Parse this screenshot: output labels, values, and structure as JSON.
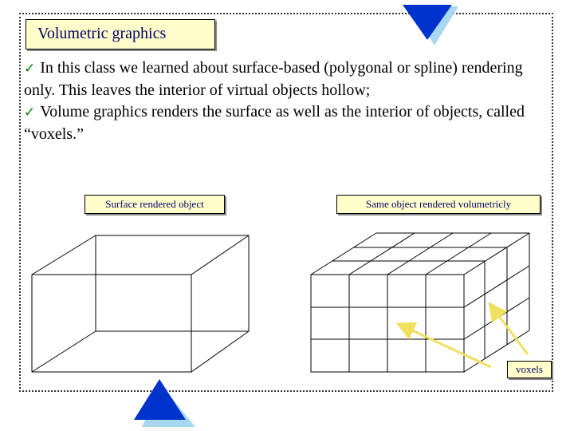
{
  "slide": {
    "title": "Volumetric graphics",
    "bullets": [
      "In this class we learned about surface-based (polygonal or spline) rendering only. This leaves the interior of virtual objects hollow;",
      "Volume graphics renders the surface as well as the interior of objects, called “voxels.”"
    ],
    "bullet_icon": "checkmark-icon",
    "left_label": "Surface rendered object",
    "right_label": "Same object rendered volumetricly",
    "voxels_label": "voxels"
  },
  "colors": {
    "title_text": "#000066",
    "title_fill": "#ffffcc",
    "checkmark": "#008000",
    "triangle": "#0033cc",
    "triangle_shadow": "#a8d8f0",
    "arrow": "#f0e060"
  }
}
